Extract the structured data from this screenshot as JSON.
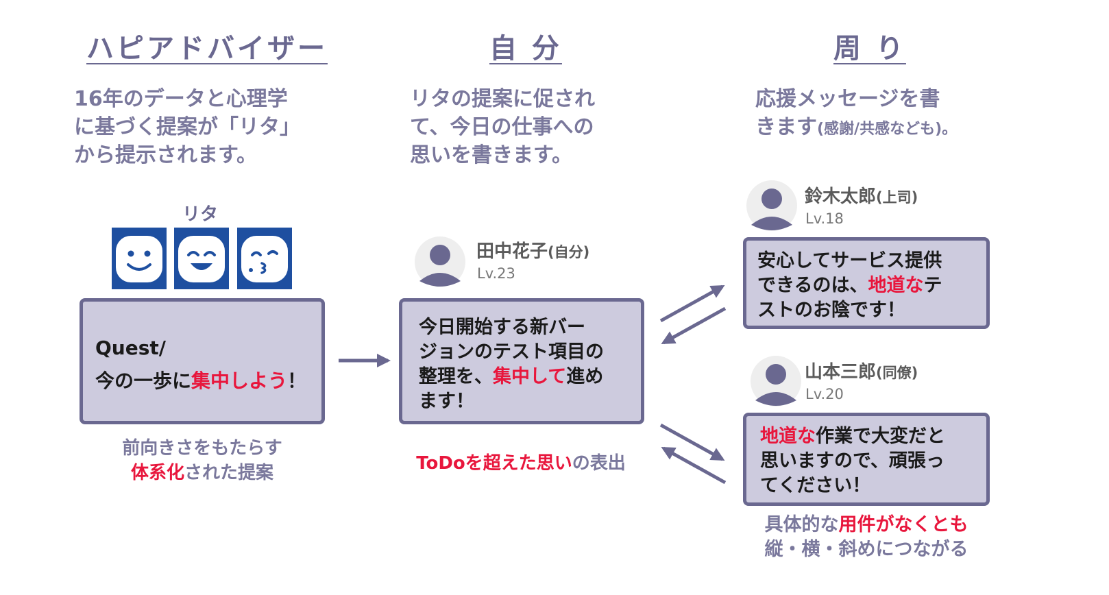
{
  "columns": {
    "advisor": {
      "title": "ハピアドバイザー",
      "desc": [
        "16年のデータと心理学",
        "に基づく提案が「リタ」",
        "から提示されます。"
      ],
      "character_name": "リタ",
      "box": {
        "line1": "Quest/",
        "line2_pre": "今の一歩に",
        "line2_hl": "集中しよう",
        "line2_post": "！"
      },
      "caption": {
        "line1": "前向きさをもたらす",
        "line2_hl": "体系化",
        "line2_post": "された提案"
      }
    },
    "self": {
      "title": "自 分",
      "desc": [
        "リタの提案に促され",
        "て、今日の仕事への",
        "思いを書きます。"
      ],
      "user": {
        "name": "田中花子",
        "role": "(自分)",
        "level": "Lv.23"
      },
      "box": {
        "line1": "今日開始する新バー",
        "line2": "ジョンのテスト項目の",
        "line3_pre": "整理を、",
        "line3_hl": "集中して",
        "line3_post": "進め",
        "line4": "ます！"
      },
      "caption": {
        "hl": "ToDoを超えた思い",
        "post": "の表出"
      }
    },
    "others": {
      "title": "周 り",
      "desc_line1": "応援メッセージを書",
      "desc_line2": "きます",
      "desc_small": "(感謝/共感なども)。",
      "user1": {
        "name": "鈴木太郎",
        "role": "(上司)",
        "level": "Lv.18"
      },
      "box1": {
        "line1": "安心してサービス提供",
        "line2_pre": "できるのは、",
        "line2_hl": "地道な",
        "line2_post": "テ",
        "line3": "ストのお陰です！"
      },
      "user2": {
        "name": "山本三郎",
        "role": "(同僚)",
        "level": "Lv.20"
      },
      "box2": {
        "line1_hl": "地道な",
        "line1_post": "作業で大変だと",
        "line2": "思いますので、頑張っ",
        "line3": "てください！"
      },
      "caption": {
        "pre": "具体的な",
        "hl": "用件がなくとも",
        "line2": "縦・横・斜めにつながる"
      }
    }
  },
  "colors": {
    "accent": "#6a6890",
    "box_fill": "#cdcbde",
    "highlight": "#e8163c",
    "face_bg": "#1e4fa0"
  },
  "icons": [
    "smile-face-icon",
    "grin-face-icon",
    "kiss-face-icon",
    "user-avatar-icon",
    "arrow-icon"
  ]
}
